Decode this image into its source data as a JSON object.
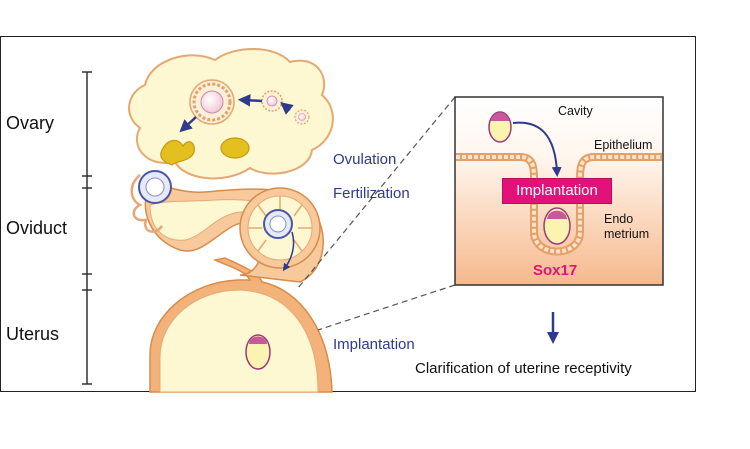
{
  "regions": {
    "ovary": "Ovary",
    "oviduct": "Oviduct",
    "uterus": "Uterus"
  },
  "events": {
    "ovulation": "Ovulation",
    "fertilization": "Fertilization",
    "implantation": "Implantation"
  },
  "inset": {
    "cavity": "Cavity",
    "epithelium": "Epithelium",
    "implantation": "Implantation",
    "endometrium_line1": "Endo",
    "endometrium_line2": "metrium",
    "marker": "Sox17"
  },
  "conclusion": "Clarification of uterine receptivity",
  "colors": {
    "accent_pink": "#e2127a",
    "arrow_navy": "#2e3a8c",
    "tissue_yellow": "#fdf7d2",
    "tissue_orange": "#f3b27a"
  }
}
